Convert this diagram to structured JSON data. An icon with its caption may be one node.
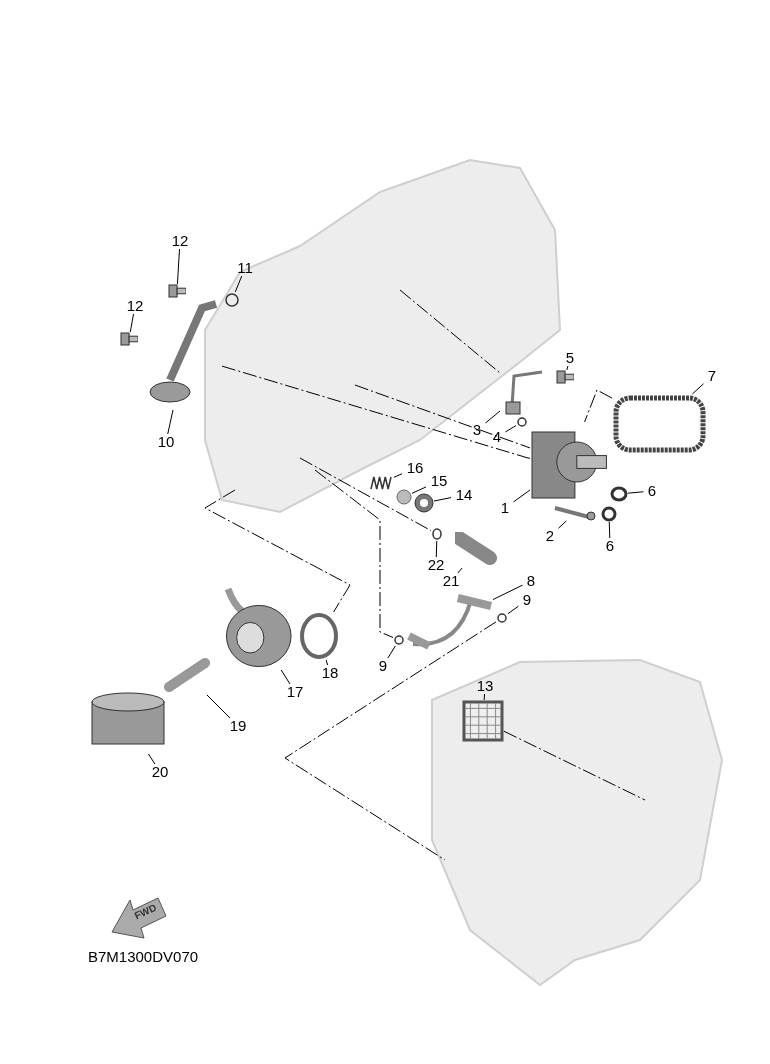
{
  "diagram": {
    "nodes": [
      {
        "text": [
          "12"
        ]
      },
      {
        "text": [
          "11"
        ]
      },
      {
        "text": [
          "12"
        ]
      },
      {
        "text": [
          "5"
        ]
      },
      {
        "text": [
          "7"
        ]
      },
      {
        "text": [
          "3"
        ]
      },
      {
        "text": [
          "4"
        ]
      },
      {
        "text": [
          "10"
        ]
      },
      {
        "text": [
          "16"
        ]
      },
      {
        "text": [
          "15"
        ]
      },
      {
        "text": [
          "14"
        ]
      },
      {
        "text": [
          "6"
        ]
      },
      {
        "text": [
          "1"
        ]
      },
      {
        "text": [
          "2"
        ]
      },
      {
        "text": [
          "6"
        ]
      },
      {
        "text": [
          "22"
        ]
      },
      {
        "text": [
          "21"
        ]
      },
      {
        "text": [
          "8"
        ]
      },
      {
        "text": [
          "9"
        ]
      },
      {
        "text": [
          "18"
        ]
      },
      {
        "text": [
          "9"
        ]
      },
      {
        "text": [
          "17"
        ]
      },
      {
        "text": [
          "13"
        ]
      },
      {
        "text": [
          "19"
        ]
      },
      {
        "text": [
          "20"
        ]
      },
      {
        "text": [],
        "shape": "picture"
      },
      {
        "text": [],
        "shape": "circle"
      },
      {
        "text": [],
        "shape": "picture"
      },
      {
        "text": [],
        "shape": "picture"
      },
      {
        "text": [],
        "shape": "box"
      },
      {
        "text": [],
        "shape": "picture"
      },
      {
        "text": [],
        "shape": "circle"
      },
      {
        "text": [],
        "shape": "picture"
      },
      {
        "text": [],
        "shape": "picture"
      },
      {
        "text": [],
        "shape": "circle"
      },
      {
        "text": [],
        "shape": "circle"
      },
      {
        "text": [],
        "shape": "circle"
      },
      {
        "text": [],
        "shape": "box"
      },
      {
        "text": [],
        "shape": "picture"
      },
      {
        "text": [],
        "shape": "circle"
      },
      {
        "text": [],
        "shape": "circle"
      },
      {
        "text": [],
        "shape": "picture"
      },
      {
        "text": [],
        "shape": "picture"
      },
      {
        "text": [],
        "shape": "circle"
      },
      {
        "text": [],
        "shape": "circle"
      },
      {
        "text": [],
        "shape": "circle"
      },
      {
        "text": [],
        "shape": "picture"
      },
      {
        "text": [],
        "shape": "picture"
      },
      {
        "text": [],
        "shape": "picture"
      },
      {
        "text": [],
        "shape": "cylinder"
      }
    ],
    "edges": [
      {
        "from": 0,
        "to": 25,
        "arrow": "none"
      },
      {
        "from": 1,
        "to": 26,
        "arrow": "none"
      },
      {
        "from": 2,
        "to": 27,
        "arrow": "none"
      },
      {
        "from": 3,
        "to": 28,
        "arrow": "none"
      },
      {
        "from": 4,
        "to": 29,
        "arrow": "none"
      },
      {
        "from": 5,
        "to": 30,
        "arrow": "none"
      },
      {
        "from": 6,
        "to": 31,
        "arrow": "none"
      },
      {
        "from": 7,
        "to": 32,
        "arrow": "none"
      },
      {
        "from": 8,
        "to": 33,
        "arrow": "none"
      },
      {
        "from": 9,
        "to": 34,
        "arrow": "none"
      },
      {
        "from": 10,
        "to": 35,
        "arrow": "none"
      },
      {
        "from": 11,
        "to": 36,
        "arrow": "none"
      },
      {
        "from": 12,
        "to": 37,
        "arrow": "none"
      },
      {
        "from": 13,
        "to": 38,
        "arrow": "none"
      },
      {
        "from": 14,
        "to": 39,
        "arrow": "none"
      },
      {
        "from": 15,
        "to": 40,
        "arrow": "none"
      },
      {
        "from": 16,
        "to": 41,
        "arrow": "none"
      },
      {
        "from": 17,
        "to": 42,
        "arrow": "none"
      },
      {
        "from": 18,
        "to": 43,
        "arrow": "none"
      },
      {
        "from": 19,
        "to": 44,
        "arrow": "none"
      },
      {
        "from": 20,
        "to": 45,
        "arrow": "none"
      },
      {
        "from": 21,
        "to": 46,
        "arrow": "none"
      },
      {
        "from": 22,
        "to": 47,
        "arrow": "none"
      },
      {
        "from": 23,
        "to": 48,
        "arrow": "none"
      },
      {
        "from": 24,
        "to": 49,
        "arrow": "none"
      },
      {
        "from": 32,
        "to": 37,
        "arrow": "none",
        "style": "dashed"
      },
      {
        "from": null,
        "to": 30,
        "arrow": "none",
        "style": "dashed"
      },
      {
        "from": null,
        "to": 37,
        "arrow": "none",
        "style": "dashed"
      },
      {
        "from": null,
        "to": 40,
        "arrow": "none",
        "style": "dashed"
      },
      {
        "from": null,
        "to": 45,
        "arrow": "none",
        "style": "dashed"
      },
      {
        "from": null,
        "to": 44,
        "arrow": "none",
        "style": "dashed"
      },
      {
        "from": 43,
        "to": null,
        "arrow": "none",
        "style": "dashed"
      },
      {
        "from": 29,
        "to": 37,
        "arrow": "none",
        "style": "dashed"
      },
      {
        "from": 47,
        "to": null,
        "arrow": "none",
        "style": "dashed"
      }
    ],
    "labels": [
      "FWD",
      "B7M1300DV070"
    ]
  }
}
